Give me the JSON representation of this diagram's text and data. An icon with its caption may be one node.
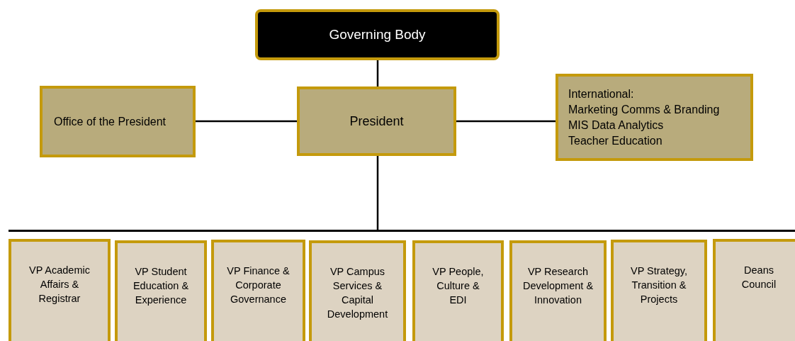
{
  "diagram": {
    "nodes": [
      {
        "text": [
          "Governing Body"
        ]
      },
      {
        "text": [
          "Office of the President"
        ]
      },
      {
        "text": [
          "President"
        ]
      },
      {
        "text": [
          "International:",
          "Marketing Comms & Branding",
          "MIS Data Analytics",
          "Teacher Education"
        ]
      },
      {
        "text": [],
        "shape": "bar"
      },
      {
        "text": [
          "VP Academic Affairs & Registrar"
        ]
      },
      {
        "text": [
          "VP Student Education & Experience"
        ]
      },
      {
        "text": [
          "VP Finance & Corporate Governance"
        ]
      },
      {
        "text": [
          "VP Campus Services & Capital Development"
        ]
      },
      {
        "text": [
          "VP People, Culture & EDI"
        ]
      },
      {
        "text": [
          "VP Research Development & Innovation"
        ]
      },
      {
        "text": [
          "VP Strategy, Transition & Projects"
        ]
      },
      {
        "text": [
          "Deans Council"
        ]
      }
    ],
    "edges": [
      {
        "from": 0,
        "to": 2,
        "arrow": "none"
      },
      {
        "from": 1,
        "to": 2,
        "arrow": "none"
      },
      {
        "from": 2,
        "to": 3,
        "arrow": "none"
      },
      {
        "from": 2,
        "to": 4,
        "arrow": "none"
      }
    ]
  }
}
